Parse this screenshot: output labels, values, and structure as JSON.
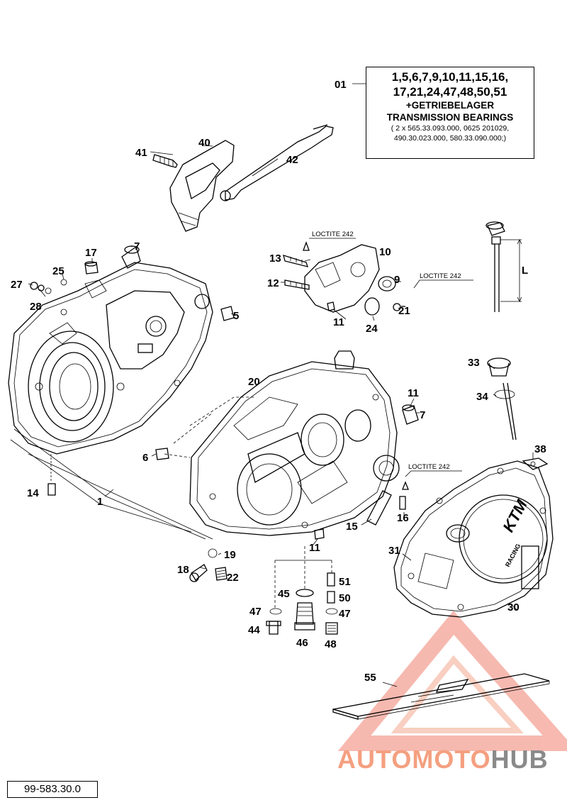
{
  "diagram": {
    "callouts": [
      {
        "id": "01"
      },
      {
        "id": "1"
      },
      {
        "id": "5"
      },
      {
        "id": "6"
      },
      {
        "id": "7a",
        "label": "7"
      },
      {
        "id": "7b",
        "label": "7"
      },
      {
        "id": "9"
      },
      {
        "id": "10"
      },
      {
        "id": "11a",
        "label": "11"
      },
      {
        "id": "11b",
        "label": "11"
      },
      {
        "id": "11c",
        "label": "11"
      },
      {
        "id": "12"
      },
      {
        "id": "13"
      },
      {
        "id": "14"
      },
      {
        "id": "15"
      },
      {
        "id": "16"
      },
      {
        "id": "17"
      },
      {
        "id": "18"
      },
      {
        "id": "19"
      },
      {
        "id": "20"
      },
      {
        "id": "21"
      },
      {
        "id": "22"
      },
      {
        "id": "24"
      },
      {
        "id": "25"
      },
      {
        "id": "27"
      },
      {
        "id": "28"
      },
      {
        "id": "30"
      },
      {
        "id": "31"
      },
      {
        "id": "33"
      },
      {
        "id": "34"
      },
      {
        "id": "38"
      },
      {
        "id": "40"
      },
      {
        "id": "41"
      },
      {
        "id": "42"
      },
      {
        "id": "44"
      },
      {
        "id": "45"
      },
      {
        "id": "46"
      },
      {
        "id": "47a",
        "label": "47"
      },
      {
        "id": "47b",
        "label": "47"
      },
      {
        "id": "48"
      },
      {
        "id": "50"
      },
      {
        "id": "51"
      },
      {
        "id": "55"
      },
      {
        "id": "L"
      }
    ],
    "labels": {
      "n01": "01",
      "n1": "1",
      "n5": "5",
      "n6": "6",
      "n7a": "7",
      "n7b": "7",
      "n9": "9",
      "n10": "10",
      "n11a": "11",
      "n11b": "11",
      "n11c": "11",
      "n12": "12",
      "n13": "13",
      "n14": "14",
      "n15": "15",
      "n16": "16",
      "n17": "17",
      "n18": "18",
      "n19": "19",
      "n20": "20",
      "n21": "21",
      "n22": "22",
      "n24": "24",
      "n25": "25",
      "n27": "27",
      "n28": "28",
      "n30": "30",
      "n31": "31",
      "n33": "33",
      "n34": "34",
      "n38": "38",
      "n40": "40",
      "n41": "41",
      "n42": "42",
      "n44": "44",
      "n45": "45",
      "n46": "46",
      "n47a": "47",
      "n47b": "47",
      "n48": "48",
      "n50": "50",
      "n51": "51",
      "n55": "55",
      "nL": "L"
    },
    "loctite": {
      "a": "LOCTITE 242",
      "b": "LOCTITE 242",
      "c": "LOCTITE 242"
    },
    "infobox": {
      "line1": "1,5,6,7,9,10,11,15,16,",
      "line2": "17,21,24,47,48,50,51",
      "line3": "+GETRIEBELAGER",
      "line4": "TRANSMISSION BEARINGS",
      "line5": "( 2 x 565.33.093.000, 0625 201029,",
      "line6": "490.30.023.000, 580.33.090.000;)"
    },
    "cover_logo": "KTM",
    "cover_text": "RACING",
    "doc_number": "99-583.30.0"
  },
  "watermark": {
    "part1": "AUTOMOTO",
    "part2": "HUB",
    "accent_color": "#f4a080",
    "gray_color": "#8a8a8a"
  }
}
